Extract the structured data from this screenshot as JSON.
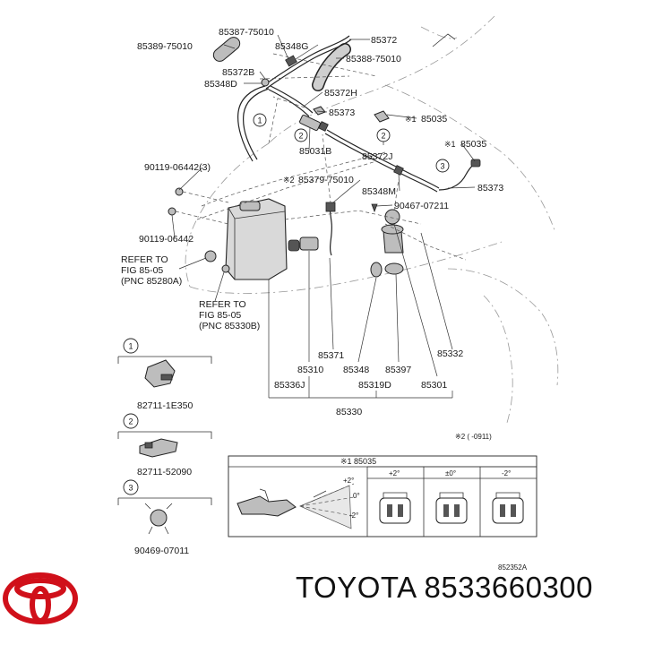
{
  "brand": {
    "caption": "TOYOTA 8533660300"
  },
  "colors": {
    "toyota_red": "#d0101a"
  },
  "callouts": {
    "p85387": "85387-75010",
    "p85389": "85389-75010",
    "p85348G": "85348G",
    "p85372top": "85372",
    "p85372B": "85372B",
    "p85388": "85388-75010",
    "p85348D": "85348D",
    "p85372H": "85372H",
    "p85373a": "85373",
    "p85035a": "85035",
    "p85031B": "85031B",
    "p85372J": "85372J",
    "p85035b": "85035",
    "p90119a": "90119-06442(3)",
    "p85379": "85379-75010",
    "p85348M": "85348M",
    "p85373b": "85373",
    "p90467": "90467-07211",
    "p90119b": "90119-06442",
    "refer1a": "REFER TO",
    "refer1b": "FIG 85-05",
    "refer1c": "(PNC 85280A)",
    "refer2a": "REFER TO",
    "refer2b": "FIG 85-05",
    "refer2c": "(PNC 85330B)",
    "p85371": "85371",
    "p85332": "85332",
    "p85310": "85310",
    "p85348": "85348",
    "p85397": "85397",
    "p85336J": "85336J",
    "p85319D": "85319D",
    "p85301": "85301",
    "p85330": "85330",
    "note2": "※2 (     -0911)"
  },
  "markers": {
    "mark1": "※1",
    "mark2": "※2"
  },
  "circles": {
    "c1": "1",
    "c2": "2",
    "c3": "3"
  },
  "clips": [
    {
      "num": "1",
      "part": "82711-1E350"
    },
    {
      "num": "2",
      "part": "82711-52090"
    },
    {
      "num": "3",
      "part": "90469-07011"
    }
  ],
  "detail_table": {
    "title": "※1 85035",
    "columns": [
      "+2°",
      "±0°",
      "-2°"
    ],
    "angles": [
      "+2°",
      "0°",
      "-2°"
    ]
  },
  "ref_code": "852352A"
}
